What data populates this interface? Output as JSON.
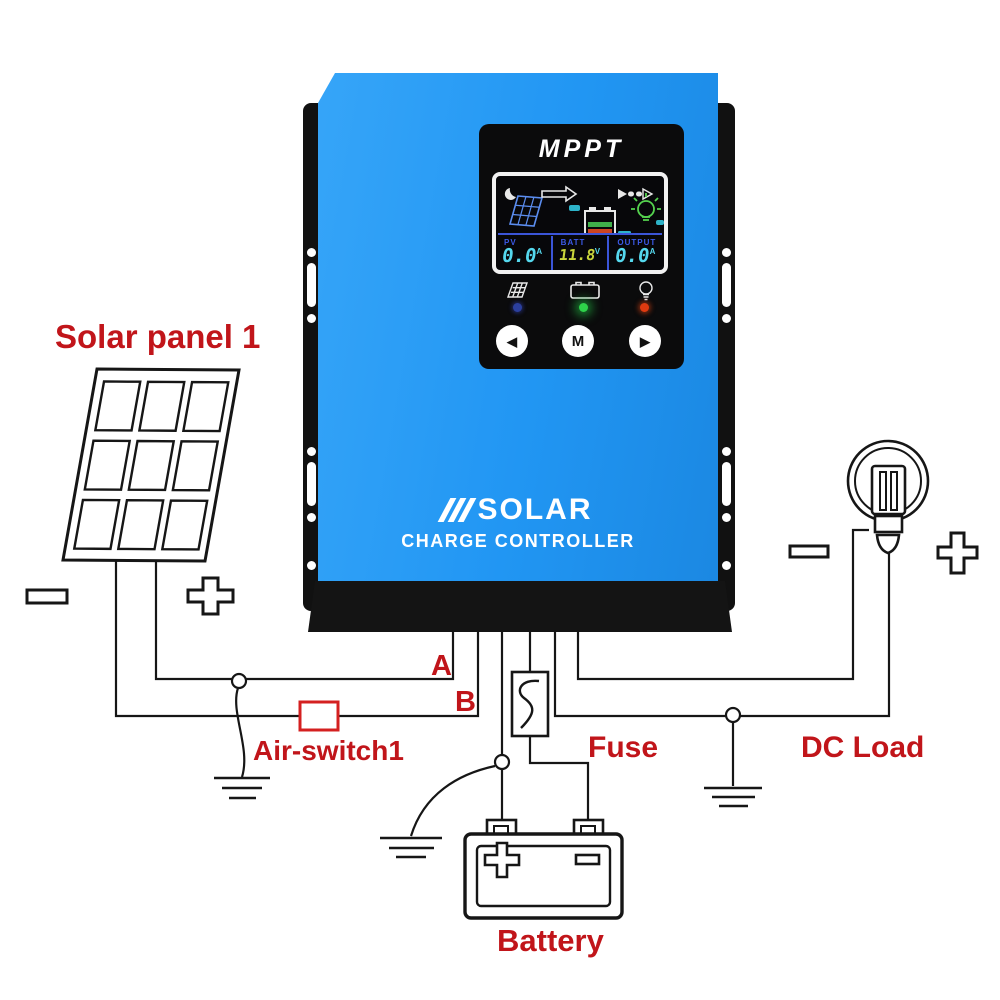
{
  "controller": {
    "brand": "MPPT",
    "logo": {
      "line1": "SOLAR",
      "line2": "CHARGE CONTROLLER",
      "slashes_icon": "triple-slash"
    },
    "lcd": {
      "columns": [
        {
          "label": "PV",
          "value": "0.0",
          "unit": "A",
          "color": "#55d8ee"
        },
        {
          "label": "BATT",
          "value": "11.8",
          "unit": "V",
          "color": "#c9d53c"
        },
        {
          "label": "OUTPUT",
          "value": "0.0",
          "unit": "A",
          "color": "#55d8ee"
        }
      ],
      "icons": [
        "moon-icon",
        "solar-panel-icon",
        "flow-arrow-icon",
        "battery-icon",
        "charge-arrows-icon",
        "lamp-icon"
      ]
    },
    "status_row": {
      "icons": [
        "solar-array-icon",
        "battery-icon",
        "lamp-icon"
      ],
      "led_colors": {
        "pv": "#2b3f9e",
        "battery": "#2ed24a",
        "load": "#e03a10"
      }
    },
    "buttons": {
      "left": "◀",
      "menu": "M",
      "right": "▶"
    }
  },
  "labels": {
    "solar_panel": "Solar panel 1",
    "air_switch": "Air-switch1",
    "fuse": "Fuse",
    "dc_load": "DC Load",
    "battery": "Battery",
    "terminal_a": "A",
    "terminal_b": "B"
  },
  "symbols": {
    "panel_minus": "−",
    "panel_plus": "+",
    "load_minus": "−",
    "load_plus": "+",
    "battery_plus": "+",
    "battery_minus": "−"
  },
  "colors": {
    "body_blue": "#2196f3",
    "label_red": "#c1151a",
    "switch_red": "#d42020",
    "wire_black": "#161616",
    "lcd_cyan": "#55d8ee",
    "lcd_yellow": "#c9d53c",
    "lcd_blue": "#3c5ae8"
  }
}
